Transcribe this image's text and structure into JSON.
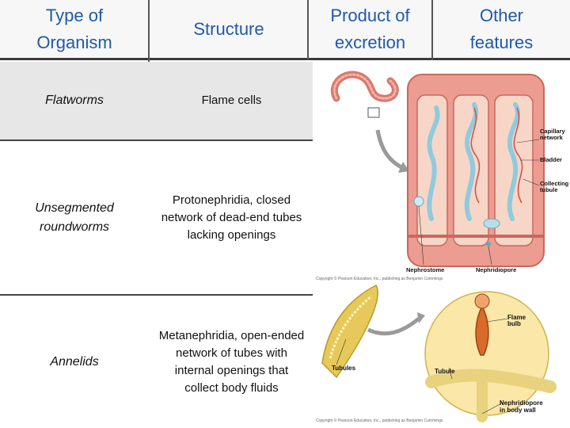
{
  "headers": [
    "Type of\nOrganism",
    "Structure",
    "Product of\nexcretion",
    "Other\nfeatures"
  ],
  "rows": [
    {
      "organism": "Flatworms",
      "structure": "Flame cells"
    },
    {
      "organism": "Unsegmented\nroundworms",
      "structure": "Protonephridia, closed\nnetwork of dead-end tubes\nlacking openings"
    },
    {
      "organism": "Annelids",
      "structure": "Metanephridia, open-ended\nnetwork of tubes with\ninternal openings that\ncollect body fluids"
    }
  ],
  "illustration": {
    "top_labels": [
      "Capillary\nnetwork",
      "Bladder",
      "Collecting\ntubule",
      "Nephrostome",
      "Nephridiopore"
    ],
    "top_copyright": "Copyright © Pearson Education, Inc., publishing as Benjamin Cummings",
    "bottom_labels": [
      "Flame\nbulb",
      "Tubules",
      "Tubule",
      "Nephridiopore\nin body wall"
    ],
    "bottom_copyright": "Copyright © Pearson Education, Inc., publishing as Benjamin Cummings"
  },
  "colors": {
    "header_text": "#1f5aa8",
    "row_highlight": "#e7e7e7",
    "worm_pink": "#e58b7f",
    "tubule_blue": "#9fd3e0",
    "flatworm_yellow": "#e7c85a"
  }
}
